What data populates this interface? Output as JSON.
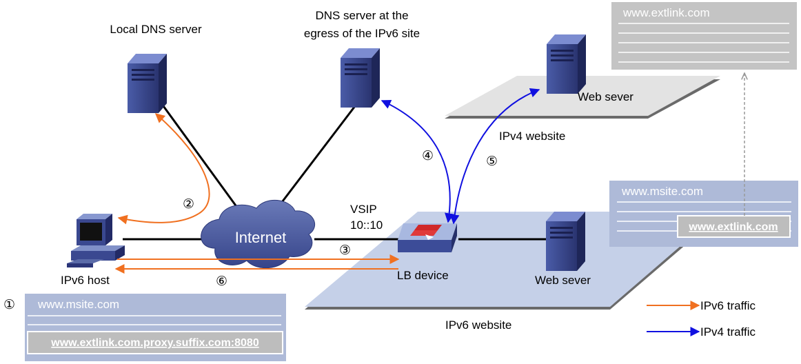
{
  "labels": {
    "local_dns": "Local DNS server",
    "egress_dns_line1": "DNS server at the",
    "egress_dns_line2": "egress of the IPv6 site",
    "web_server_v4": "Web sever",
    "web_server_v6": "Web sever",
    "ipv4_site": "IPv4 website",
    "ipv6_site": "IPv6 website",
    "internet": "Internet",
    "vsip_line1": "VSIP",
    "vsip_line2": "10::10",
    "lb_device": "LB device",
    "ipv6_host": "IPv6 host"
  },
  "steps": {
    "s1": "①",
    "s2": "②",
    "s3": "③",
    "s4": "④",
    "s5": "⑤",
    "s6": "⑥"
  },
  "pages": {
    "extlink_title": "www.extlink.com",
    "msite_title": "www.msite.com",
    "msite_link": "www.extlink.com",
    "host_title": "www.msite.com",
    "host_link": "www.extlink.com.proxy.suffix.com:8080"
  },
  "legend": {
    "ipv6": "IPv6 traffic",
    "ipv4": "IPv4 traffic"
  },
  "colors": {
    "ipv6_traffic": "#f07020",
    "ipv4_traffic": "#1010e0",
    "ipv4_site_fill": "#e3e3e3",
    "ipv6_site_fill": "#c5d0e8",
    "page_fill_gray": "#c4c4c4",
    "page_fill_blue": "#aebad8",
    "cloud_fill": "#4a5a98"
  }
}
